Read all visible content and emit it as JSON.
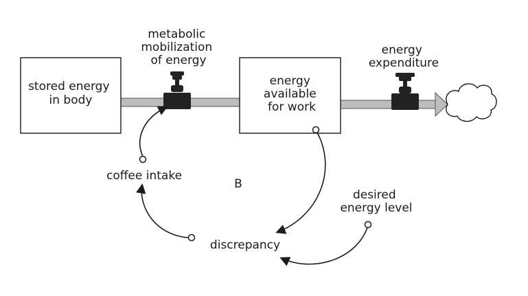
{
  "nodes": {
    "stored_energy": {
      "lines": [
        "stored energy",
        "in body"
      ]
    },
    "metabolic_mobilization": {
      "lines": [
        "metabolic",
        "mobilization",
        "of energy"
      ]
    },
    "energy_available": {
      "lines": [
        "energy",
        "available",
        "for work"
      ]
    },
    "energy_expenditure": {
      "lines": [
        "energy",
        "expenditure"
      ]
    },
    "coffee_intake": {
      "label": "coffee intake"
    },
    "loop_marker": {
      "label": "B"
    },
    "desired_energy": {
      "lines": [
        "desired",
        "energy level"
      ]
    },
    "discrepancy": {
      "label": "discrepancy"
    }
  },
  "colors": {
    "ink": "#1a1a1a",
    "pipe_fill": "#bdbdbd",
    "valve": "#222222"
  }
}
